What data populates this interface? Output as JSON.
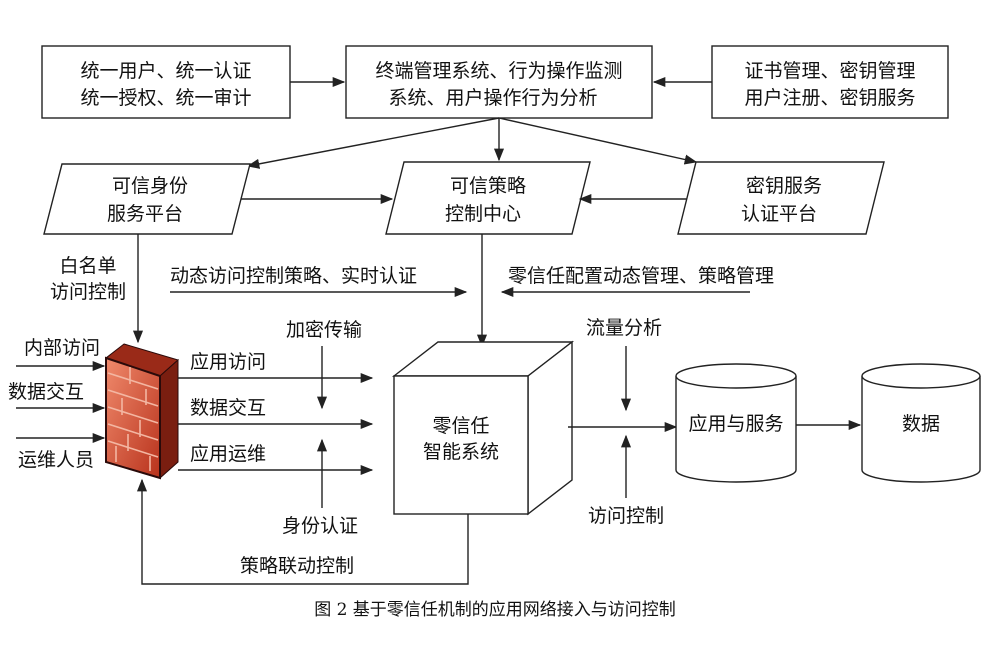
{
  "top_boxes": {
    "left": [
      "统一用户、统一认证",
      "统一授权、统一审计"
    ],
    "center": [
      "终端管理系统、行为操作监测",
      "系统、用户操作行为分析"
    ],
    "right": [
      "证书管理、密钥管理",
      "用户注册、密钥服务"
    ]
  },
  "platforms": {
    "identity": [
      "可信身份",
      "服务平台"
    ],
    "policy": [
      "可信策略",
      "控制中心"
    ],
    "key": [
      "密钥服务",
      "认证平台"
    ]
  },
  "labels": {
    "whitelist": [
      "白名单",
      "访问控制"
    ],
    "dynamic_policy": "动态访问控制策略、实时认证",
    "zero_trust_config": "零信任配置动态管理、策略管理",
    "internal_access": "内部访问",
    "data_exchange_in": "数据交互",
    "ops_staff": "运维人员",
    "encrypted_transfer": "加密传输",
    "app_access": "应用访问",
    "data_exchange": "数据交互",
    "app_ops": "应用运维",
    "identity_auth": "身份认证",
    "traffic_analysis": "流量分析",
    "access_control": "访问控制",
    "linkage_control": "策略联动控制"
  },
  "core": [
    "零信任",
    "智能系统"
  ],
  "app_service": "应用与服务",
  "data_store": "数据",
  "caption": "图 2    基于零信任机制的应用网络接入与访问控制",
  "colors": {
    "firewall_brick": "#d9583b",
    "firewall_mortar": "#f3b6a2",
    "firewall_frame": "#3a1010"
  }
}
